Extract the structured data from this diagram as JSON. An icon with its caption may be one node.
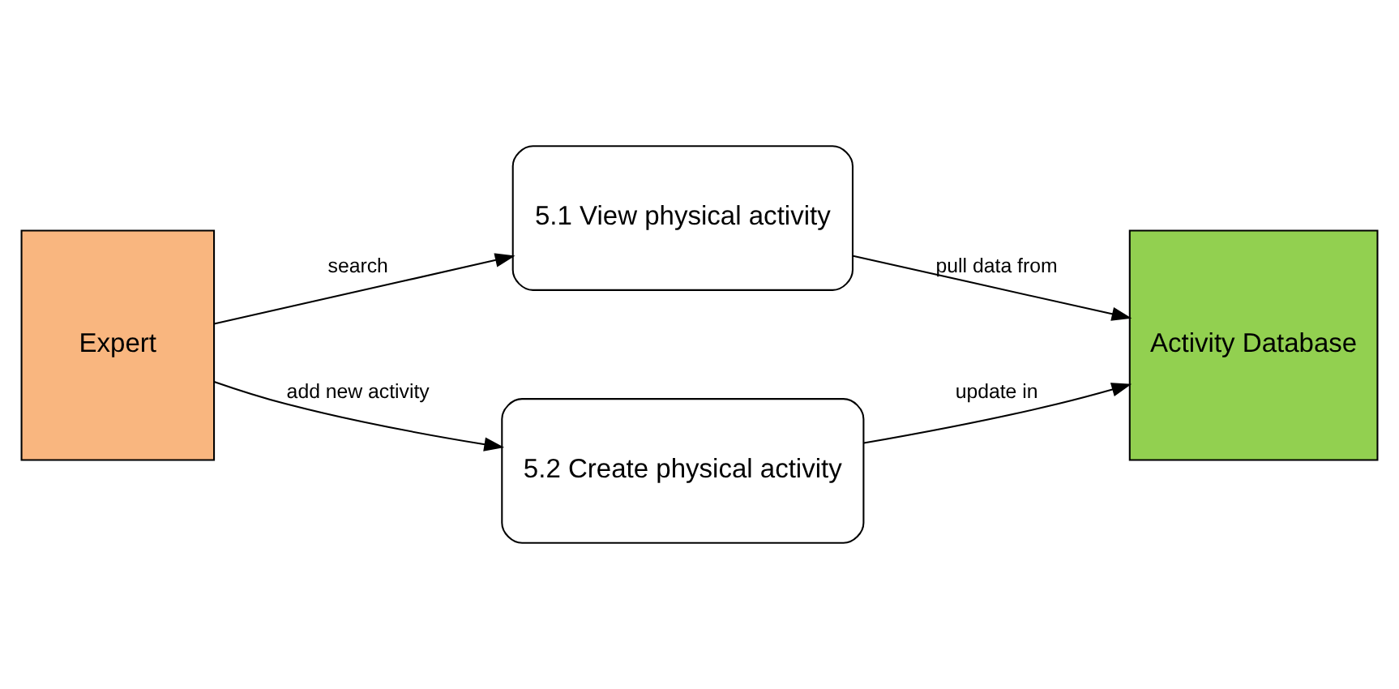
{
  "diagram": {
    "nodes": [
      {
        "text": [
          "Expert"
        ]
      },
      {
        "text": [
          "5.1 View physical activity"
        ]
      },
      {
        "text": [
          "Activity Database"
        ]
      },
      {
        "text": [
          "5.2 Create physical activity"
        ]
      }
    ],
    "edges": [
      {
        "from": 0,
        "to": 1,
        "arrow": "to",
        "label": "search"
      },
      {
        "from": 1,
        "to": 2,
        "arrow": "to",
        "label": "pull data from"
      },
      {
        "from": 0,
        "to": 3,
        "arrow": "to",
        "label": "add new activity"
      },
      {
        "from": 3,
        "to": 2,
        "arrow": "to",
        "label": "update in"
      }
    ]
  }
}
